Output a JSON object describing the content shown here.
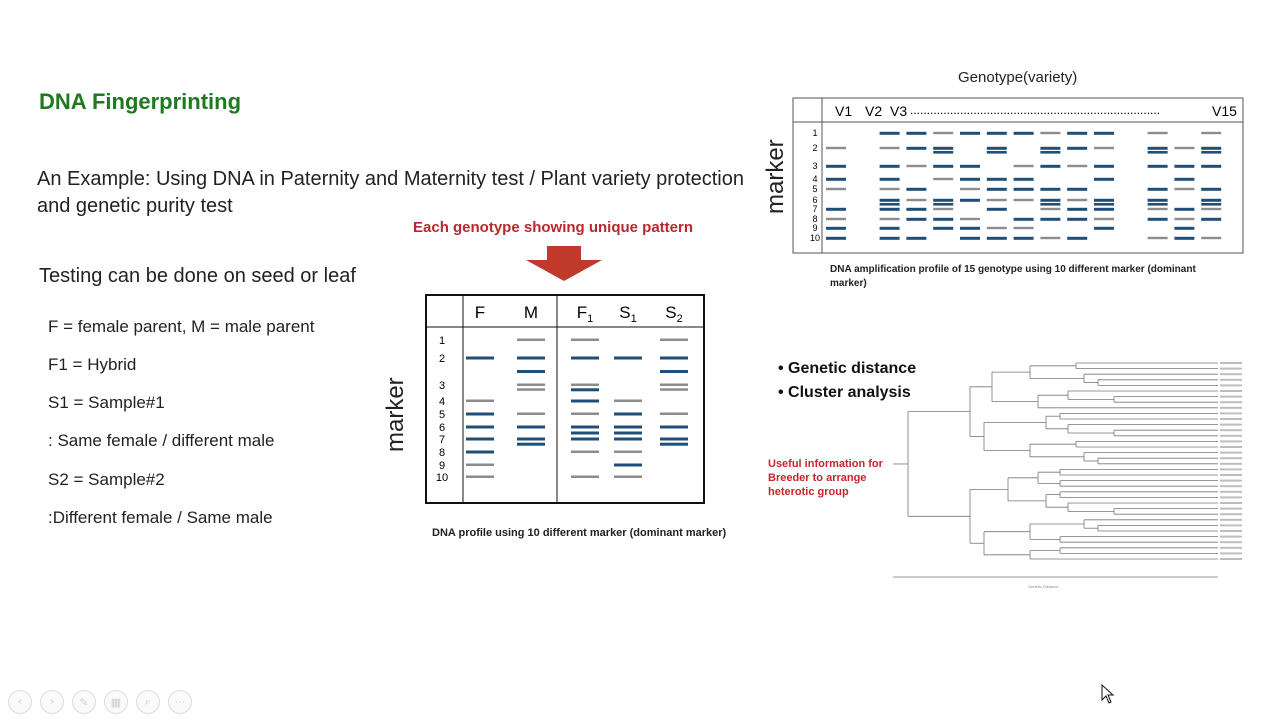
{
  "slide": {
    "title": "DNA Fingerprinting",
    "example_text": "An Example: Using DNA in Paternity and Maternity test / Plant variety protection and genetic purity test",
    "testing_text": "Testing can be done on seed or leaf",
    "legend_lines": [
      "F = female parent, M = male parent",
      "F1 = Hybrid",
      "S1 = Sample#1",
      ": Same female / different male",
      "S2 = Sample#2",
      ":Different female / Same male"
    ],
    "unique_caption": "Each genotype showing  unique  pattern"
  },
  "center_gel": {
    "axis_label": "marker",
    "columns": [
      "F",
      "M",
      "F1",
      "S1",
      "S2"
    ],
    "rows": [
      "1",
      "2",
      "3",
      "4",
      "5",
      "6",
      "7",
      "8",
      "9",
      "10"
    ],
    "caption": "DNA profile using 10 different marker (dominant marker)"
  },
  "genotype_gel": {
    "title": "Genotype(variety)",
    "axis_label": "marker",
    "header_v1": "V1",
    "header_v2": "V2",
    "header_v3": "V3",
    "header_dots": "...........................................................................",
    "header_v15": "V15",
    "rows": [
      "1",
      "2",
      "3",
      "4",
      "5",
      "6",
      "7",
      "8",
      "9",
      "10"
    ],
    "caption": "DNA amplification profile of 15 genotype using 10 different marker (dominant marker)"
  },
  "cluster": {
    "bullets": [
      "Genetic distance",
      "Cluster analysis"
    ],
    "useful_info": "Useful information for Breeder to arrange heterotic group",
    "axis_caption": "Genetic Distance"
  },
  "toolbar": {
    "buttons": [
      "prev-icon",
      "next-icon",
      "pen-icon",
      "slides-icon",
      "zoom-icon",
      "more-icon"
    ]
  },
  "colors": {
    "title_green": "#1e7a1e",
    "caption_red": "#b8282c",
    "band_blue": "#1f4e79",
    "band_gray": "#8c8c8c"
  }
}
